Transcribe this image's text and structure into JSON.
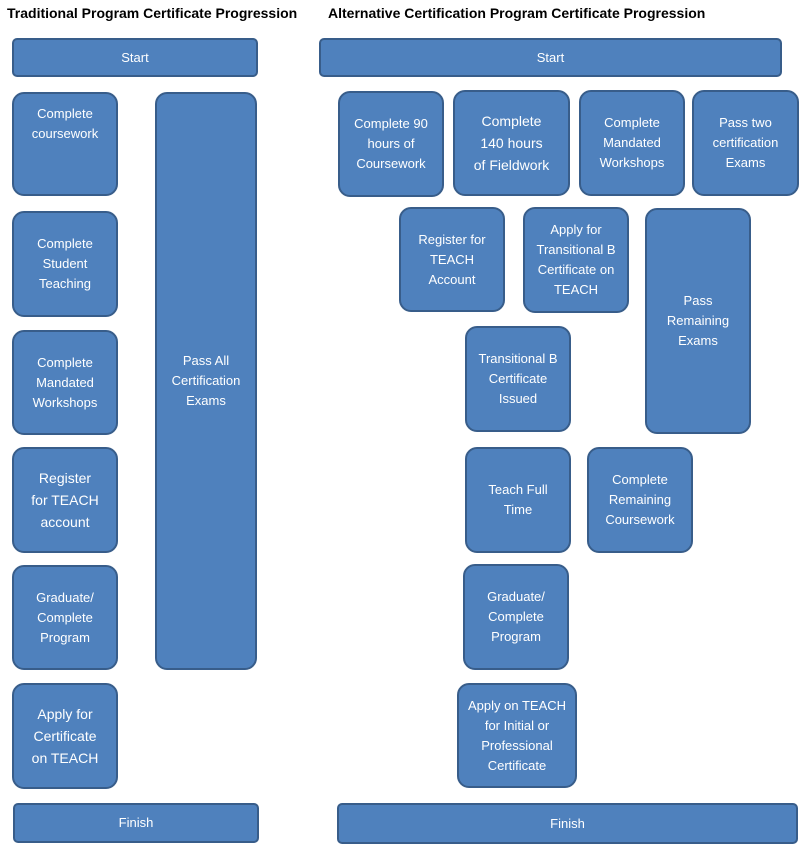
{
  "traditional": {
    "title": "Traditional Program Certificate Progression",
    "start": "Start",
    "complete_coursework": "Complete\ncoursework",
    "complete_student_teaching": "Complete\nStudent\nTeaching",
    "complete_mandated_workshops": "Complete\nMandated\nWorkshops",
    "register_teach": "Register\nfor TEACH\naccount",
    "graduate": "Graduate/\nComplete\nProgram",
    "apply_certificate": "Apply for\nCertificate\non TEACH",
    "pass_exams": "Pass All\nCertification\nExams",
    "finish": "Finish"
  },
  "alternative": {
    "title": "Alternative Certification Program Certificate Progression",
    "start": "Start",
    "coursework_90": "Complete 90\nhours of\nCoursework",
    "fieldwork_140": "Complete\n140 hours\nof Fieldwork",
    "mandated_workshops": "Complete\nMandated\nWorkshops",
    "pass_two_exams": "Pass two\ncertification\nExams",
    "register_teach": "Register for\nTEACH\nAccount",
    "apply_transitional": "Apply for\nTransitional B\nCertificate on\nTEACH",
    "pass_remaining": "Pass\nRemaining\nExams",
    "transitional_issued": "Transitional B\nCertificate\nIssued",
    "teach_full_time": "Teach Full\nTime\n ",
    "remaining_coursework": "Complete\nRemaining\nCoursework",
    "graduate": "Graduate/\nComplete\nProgram",
    "apply_initial": "Apply on TEACH\nfor Initial or\nProfessional\nCertificate",
    "finish": "Finish"
  }
}
